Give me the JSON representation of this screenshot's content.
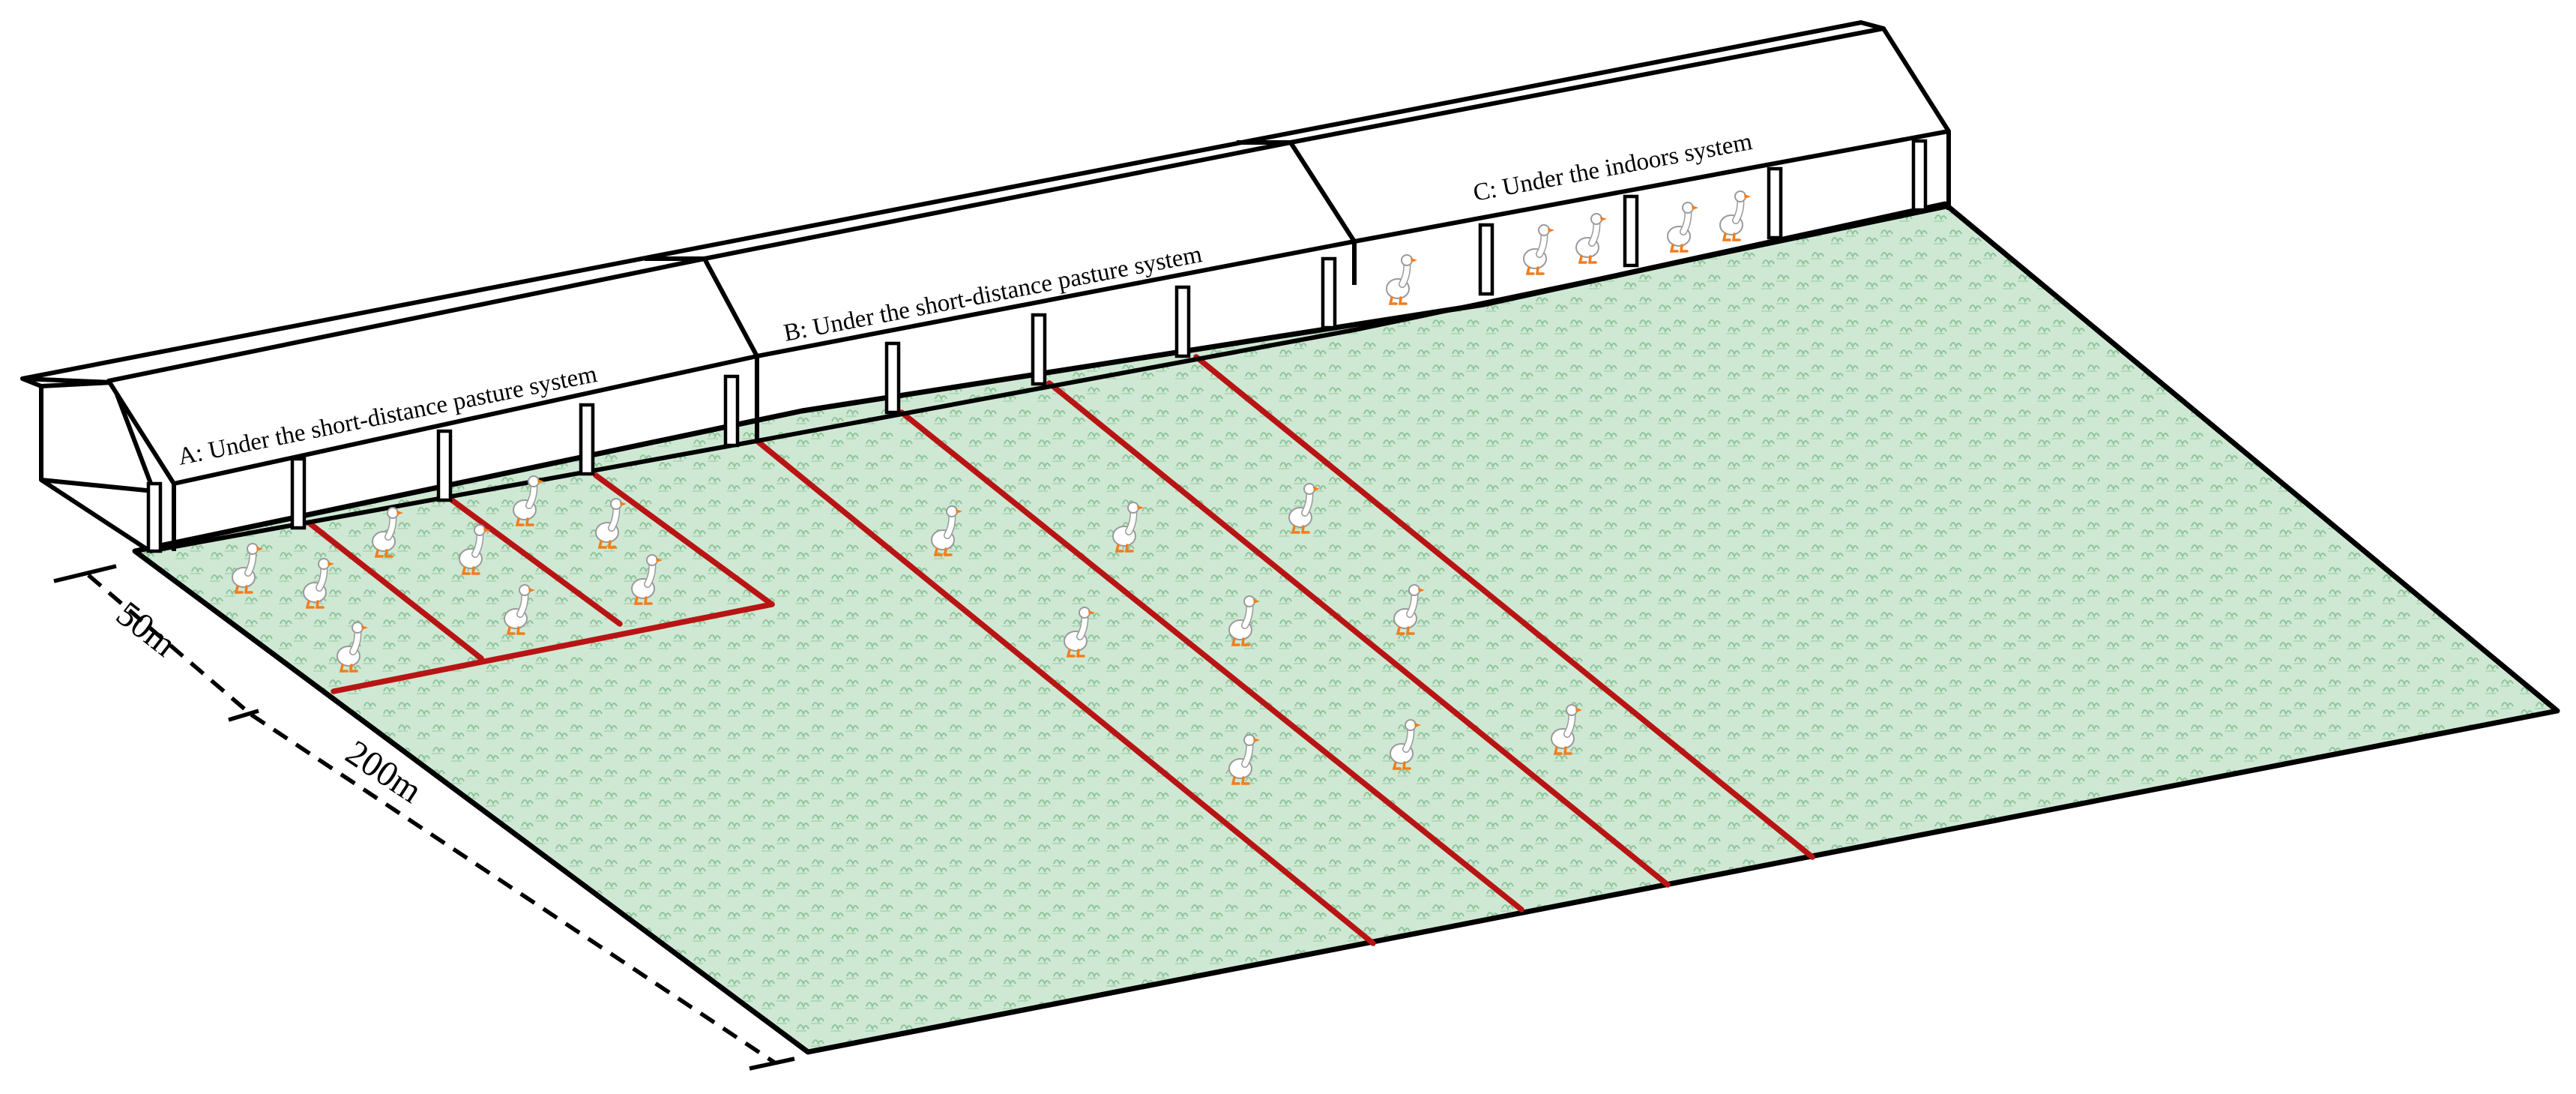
{
  "labels": {
    "a": "A: Under the short-distance pasture system",
    "b": "B: Under the short-distance pasture system",
    "c": "C: Under the indoors system"
  },
  "dimensions": {
    "short": "50m",
    "long": "200m"
  },
  "colors": {
    "grass": "#cfe8d3",
    "grass_pattern": "#8ec59c",
    "fence": "#b81414",
    "outline": "#000000",
    "goose_body": "#ffffff",
    "goose_beak": "#f07d1e"
  },
  "icons": {
    "goose": "goose-icon"
  }
}
